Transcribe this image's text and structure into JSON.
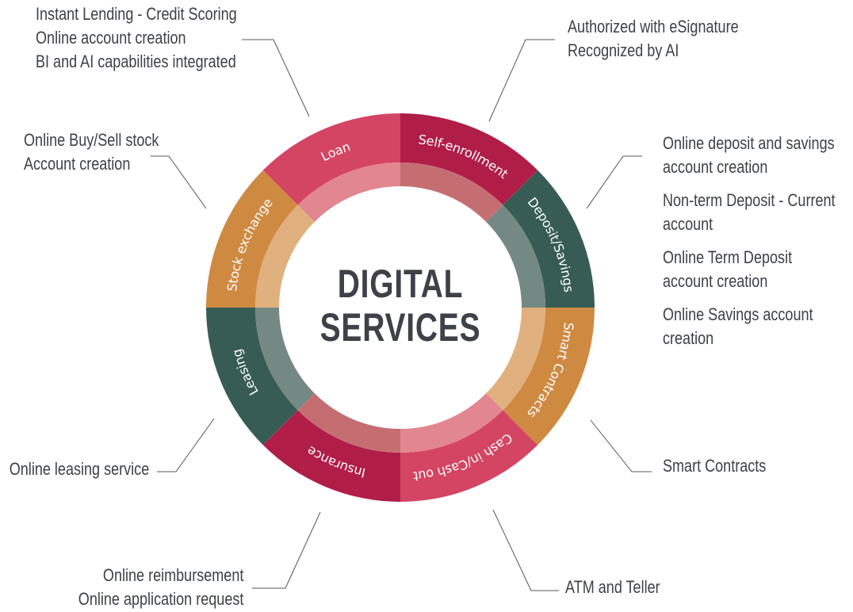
{
  "center_title": [
    "DIGITAL",
    "SERVICES"
  ],
  "colors": {
    "text": "#3d4148",
    "line": "#555555"
  },
  "segments": [
    {
      "label": "Self-enrollment",
      "color": "#b01e48",
      "inner_color": "#c56e72"
    },
    {
      "label": "Deposit/Savings",
      "color": "#365c55",
      "inner_color": "#748983"
    },
    {
      "label": "Smart Contracts",
      "color": "#cf8a42",
      "inner_color": "#e0b07f"
    },
    {
      "label": "Cash in/Cash out",
      "color": "#d44563",
      "inner_color": "#e2868f"
    },
    {
      "label": "Insurance",
      "color": "#b01e48",
      "inner_color": "#c56e72"
    },
    {
      "label": "Leasing",
      "color": "#365c55",
      "inner_color": "#748983"
    },
    {
      "label": "Stock exchange",
      "color": "#cf8a42",
      "inner_color": "#e0b07f"
    },
    {
      "label": "Loan",
      "color": "#d44563",
      "inner_color": "#e2868f"
    }
  ],
  "callouts": {
    "loan": [
      "Instant Lending - Credit Scoring",
      "Online account creation",
      "BI and AI capabilities integrated"
    ],
    "stock_exchange": [
      "Online Buy/Sell stock",
      "Account creation"
    ],
    "self_enrollment": [
      "Authorized with eSignature",
      "Recognized by AI"
    ],
    "deposit_savings": [
      [
        "Online deposit and savings",
        "account creation"
      ],
      [
        "Non-term Deposit - Current",
        "account"
      ],
      [
        "Online Term Deposit",
        "account creation"
      ],
      [
        "Online Savings account",
        "creation"
      ]
    ],
    "smart_contracts": [
      "Smart Contracts"
    ],
    "leasing": [
      "Online leasing service"
    ],
    "insurance": [
      "Online reimbursement",
      "Online application request"
    ],
    "cash": [
      "ATM and Teller"
    ]
  }
}
